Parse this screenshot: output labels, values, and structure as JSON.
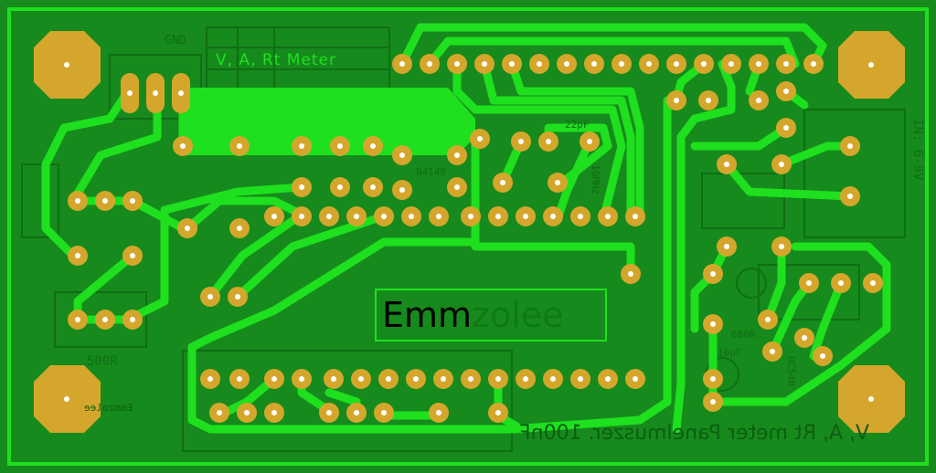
{
  "board": {
    "title": "V, A, Rt Meter",
    "bottom_caption": "V, A, Rt meter Panelmuszer. 100nF",
    "logo_part1": "Emm",
    "logo_part2": "zolee",
    "signature": "Emmzolee",
    "labels": {
      "gnd": "GND",
      "r500": "500R",
      "vin": "IN: 6-9V",
      "cap": "10uF",
      "r680": "680R",
      "diode": "N4148",
      "xtal": "16MHz",
      "pf22": "22pF",
      "bc": "BC548"
    }
  },
  "colors": {
    "board": "#168a1c",
    "trace": "#1ee01e",
    "pad": "#d4a72c",
    "silk": "#0f6e14"
  }
}
